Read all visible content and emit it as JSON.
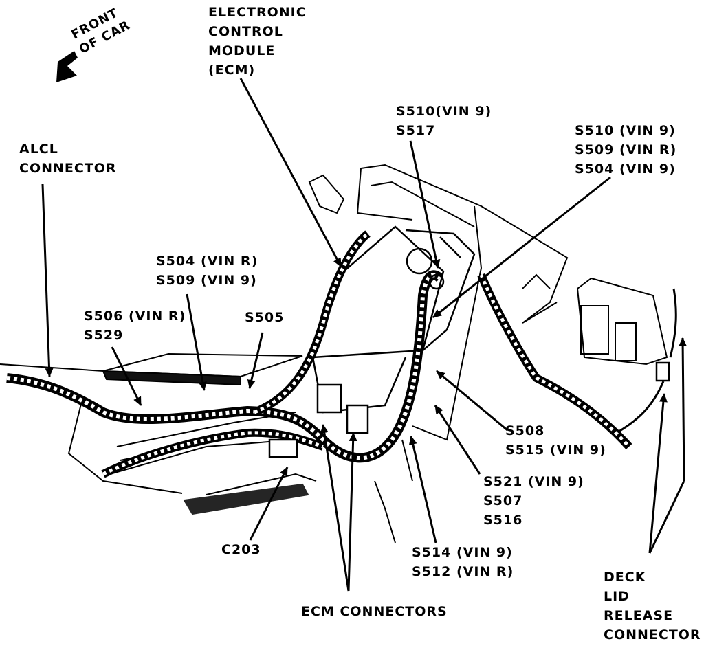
{
  "labels": {
    "front_of_car": [
      "FRONT",
      "OF CAR"
    ],
    "ecm": [
      "ELECTRONIC",
      "CONTROL",
      "MODULE",
      "(ECM)"
    ],
    "s510_s517": [
      "S510(VIN 9)",
      "S517"
    ],
    "s510_s509_s504": [
      "S510 (VIN 9)",
      "S509 (VIN R)",
      "S504 (VIN 9)"
    ],
    "alcl": [
      "ALCL",
      "CONNECTOR"
    ],
    "s504_s509": [
      "S504 (VIN R)",
      "S509 (VIN 9)"
    ],
    "s506_s529": [
      "S506 (VIN R)",
      "S529"
    ],
    "s505": [
      "S505"
    ],
    "s508_s515": [
      "S508",
      "S515 (VIN 9)"
    ],
    "s521_s507_s516": [
      "S521 (VIN 9)",
      "S507",
      "S516"
    ],
    "c203": [
      "C203"
    ],
    "s514_s512": [
      "S514 (VIN 9)",
      "S512 (VIN R)"
    ],
    "ecm_connectors": [
      "ECM CONNECTORS"
    ],
    "deck_lid": [
      "DECK",
      "LID",
      "RELEASE",
      "CONNECTOR"
    ]
  }
}
